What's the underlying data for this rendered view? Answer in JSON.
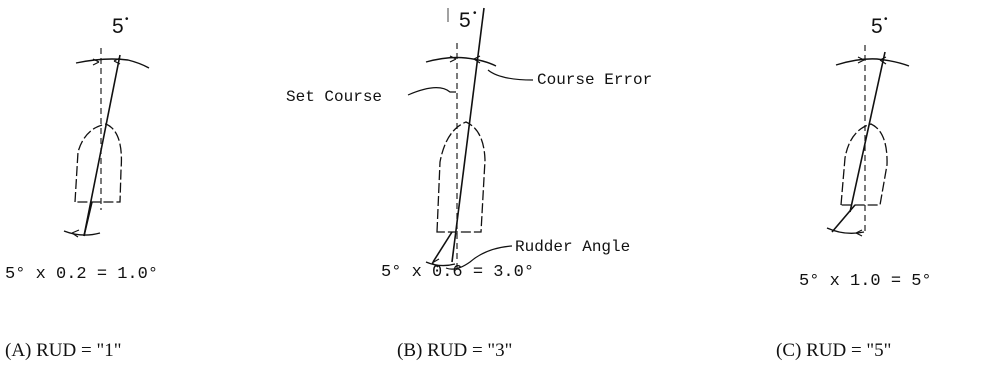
{
  "panels": [
    {
      "angle_label": "5",
      "degree_mark": "•",
      "formula": "5° x 0.2 = 1.0°",
      "caption": "(A) RUD = \"1\""
    },
    {
      "angle_label": "5",
      "degree_mark": "•",
      "formula": "5° x 0.6 = 3.0°",
      "caption": "(B) RUD = \"3\"",
      "labels": {
        "set_course": "Set Course",
        "course_error": "Course Error",
        "rudder_angle": "Rudder Angle"
      }
    },
    {
      "angle_label": "5",
      "degree_mark": "•",
      "formula": "5° x 1.0 = 5°",
      "caption": "(C) RUD = \"5\""
    }
  ]
}
